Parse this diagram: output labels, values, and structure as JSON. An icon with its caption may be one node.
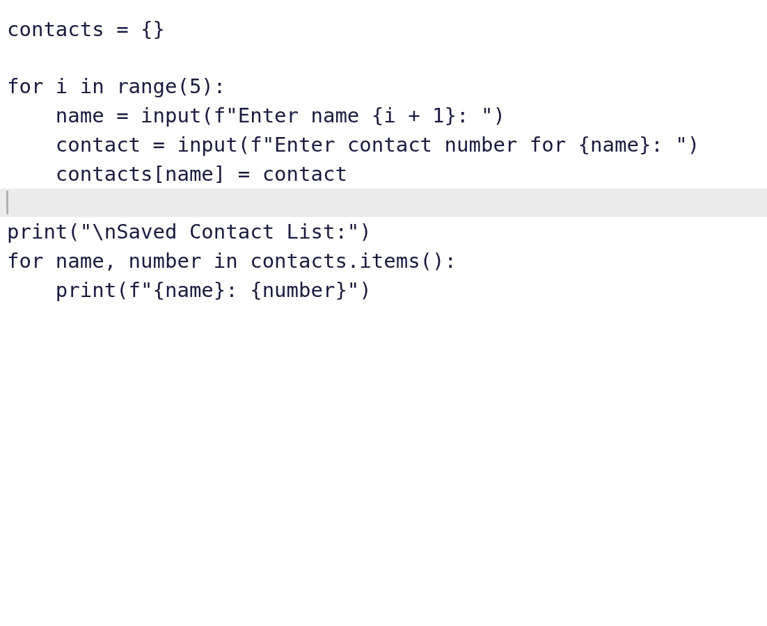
{
  "diagram": {
    "labels": [
      "contacts = {}",
      "for i in range(5):",
      "    name = input(f\"Enter name {i + 1}: \")",
      "    contact = input(f\"Enter contact number for {name}: \")",
      "    contacts[name] = contact",
      "print(\"\\nSaved Contact List:\")",
      "for name, number in contacts.items():",
      "    print(f\"{name}: {number}\")"
    ]
  }
}
